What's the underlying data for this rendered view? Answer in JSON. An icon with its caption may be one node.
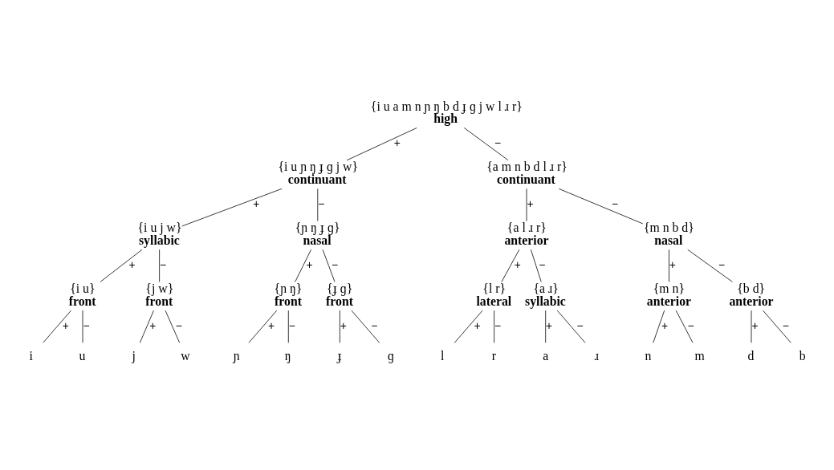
{
  "diagram": {
    "nodes": [
      {
        "text": [
          "{i u a m n ɲ ŋ b d ɟ ɡ j w l ɹ r}",
          "high"
        ]
      },
      {
        "text": [
          "{i u ɲ ŋ ɟ ɡ j w}",
          "continuant"
        ]
      },
      {
        "text": [
          "{a m n b d l ɹ r}",
          "continuant"
        ]
      },
      {
        "text": [
          "{i u j w}",
          "syllabic"
        ]
      },
      {
        "text": [
          "{ɲ ŋ ɟ ɡ}",
          "nasal"
        ]
      },
      {
        "text": [
          "{a l ɹ r}",
          "anterior"
        ]
      },
      {
        "text": [
          "{m n b d}",
          "nasal"
        ]
      },
      {
        "text": [
          "{i u}",
          "front"
        ]
      },
      {
        "text": [
          "{j w}",
          "front"
        ]
      },
      {
        "text": [
          "{ɲ ŋ}",
          "front"
        ]
      },
      {
        "text": [
          "{ɟ ɡ}",
          "front"
        ]
      },
      {
        "text": [
          "{l r}",
          "lateral"
        ]
      },
      {
        "text": [
          "{a ɹ}",
          "syllabic"
        ]
      },
      {
        "text": [
          "{m n}",
          "anterior"
        ]
      },
      {
        "text": [
          "{b d}",
          "anterior"
        ]
      },
      {
        "text": [
          "i"
        ]
      },
      {
        "text": [
          "u"
        ]
      },
      {
        "text": [
          "j"
        ]
      },
      {
        "text": [
          "w"
        ]
      },
      {
        "text": [
          "ɲ"
        ]
      },
      {
        "text": [
          "ŋ"
        ]
      },
      {
        "text": [
          "ɟ"
        ]
      },
      {
        "text": [
          "ɡ"
        ]
      },
      {
        "text": [
          "l"
        ]
      },
      {
        "text": [
          "r"
        ]
      },
      {
        "text": [
          "a"
        ]
      },
      {
        "text": [
          "ɹ"
        ]
      },
      {
        "text": [
          "n"
        ]
      },
      {
        "text": [
          "m"
        ]
      },
      {
        "text": [
          "d"
        ]
      },
      {
        "text": [
          "b"
        ]
      }
    ],
    "edges": [
      {
        "from": 0,
        "to": 1,
        "arrow": "none",
        "label": "+"
      },
      {
        "from": 0,
        "to": 2,
        "arrow": "none",
        "label": "−"
      },
      {
        "from": 1,
        "to": 3,
        "arrow": "none",
        "label": "+"
      },
      {
        "from": 1,
        "to": 4,
        "arrow": "none",
        "label": "−"
      },
      {
        "from": 2,
        "to": 5,
        "arrow": "none",
        "label": "+"
      },
      {
        "from": 2,
        "to": 6,
        "arrow": "none",
        "label": "−"
      },
      {
        "from": 3,
        "to": 7,
        "arrow": "none",
        "label": "+"
      },
      {
        "from": 3,
        "to": 8,
        "arrow": "none",
        "label": "−"
      },
      {
        "from": 4,
        "to": 9,
        "arrow": "none",
        "label": "+"
      },
      {
        "from": 4,
        "to": 10,
        "arrow": "none",
        "label": "−"
      },
      {
        "from": 5,
        "to": 11,
        "arrow": "none",
        "label": "+"
      },
      {
        "from": 5,
        "to": 12,
        "arrow": "none",
        "label": "−"
      },
      {
        "from": 6,
        "to": 13,
        "arrow": "none",
        "label": "+"
      },
      {
        "from": 6,
        "to": 14,
        "arrow": "none",
        "label": "−"
      },
      {
        "from": 7,
        "to": 15,
        "arrow": "none",
        "label": "+"
      },
      {
        "from": 7,
        "to": 16,
        "arrow": "none",
        "label": "−"
      },
      {
        "from": 8,
        "to": 17,
        "arrow": "none",
        "label": "+"
      },
      {
        "from": 8,
        "to": 18,
        "arrow": "none",
        "label": "−"
      },
      {
        "from": 9,
        "to": 19,
        "arrow": "none",
        "label": "+"
      },
      {
        "from": 9,
        "to": 20,
        "arrow": "none",
        "label": "−"
      },
      {
        "from": 10,
        "to": 21,
        "arrow": "none",
        "label": "+"
      },
      {
        "from": 10,
        "to": 22,
        "arrow": "none",
        "label": "−"
      },
      {
        "from": 11,
        "to": 23,
        "arrow": "none",
        "label": "+"
      },
      {
        "from": 11,
        "to": 24,
        "arrow": "none",
        "label": "−"
      },
      {
        "from": 12,
        "to": 25,
        "arrow": "none",
        "label": "+"
      },
      {
        "from": 12,
        "to": 26,
        "arrow": "none",
        "label": "−"
      },
      {
        "from": 13,
        "to": 27,
        "arrow": "none",
        "label": "+"
      },
      {
        "from": 13,
        "to": 28,
        "arrow": "none",
        "label": "−"
      },
      {
        "from": 14,
        "to": 29,
        "arrow": "none",
        "label": "+"
      },
      {
        "from": 14,
        "to": 30,
        "arrow": "none",
        "label": "−"
      }
    ]
  }
}
